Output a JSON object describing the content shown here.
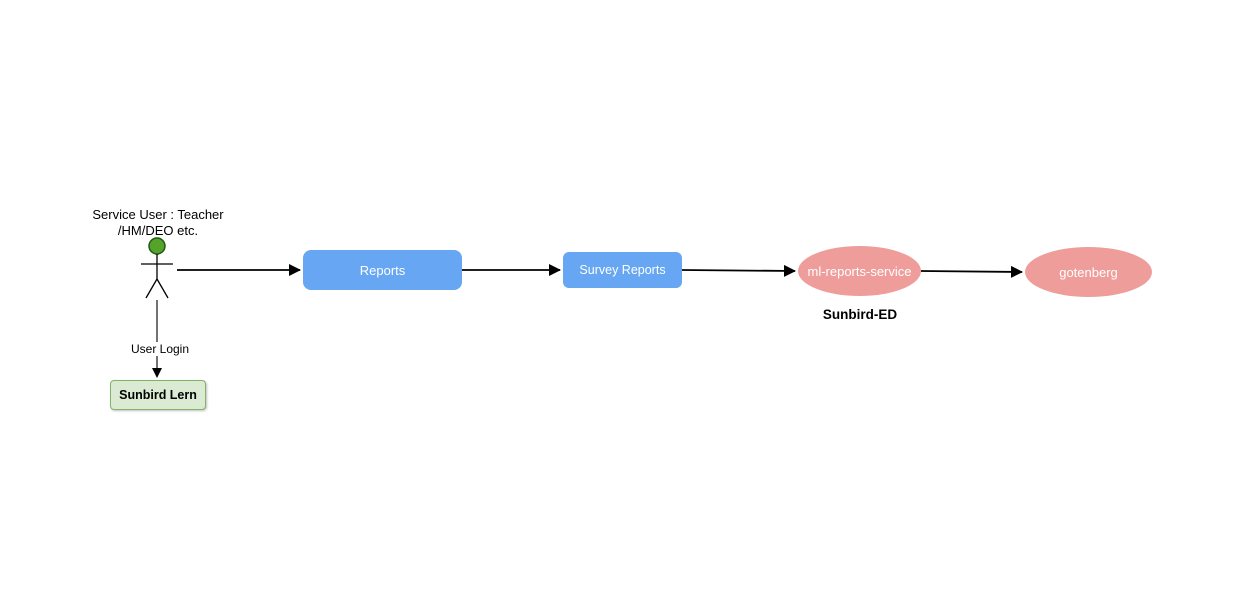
{
  "diagram": {
    "actor": {
      "label_line1": "Service User : Teacher",
      "label_line2": "/HM/DEO etc."
    },
    "nodes": {
      "reports": {
        "label": "Reports",
        "shape": "rounded-rect",
        "color": "#66a6f2",
        "text_color": "#ffffff"
      },
      "survey_reports": {
        "label": "Survey Reports",
        "shape": "rounded-rect",
        "color": "#66a6f2",
        "text_color": "#ffffff"
      },
      "ml_reports_service": {
        "label": "ml-reports-service",
        "shape": "ellipse",
        "color": "#ef9d9b",
        "text_color": "#ffffff"
      },
      "gotenberg": {
        "label": "gotenberg",
        "shape": "ellipse",
        "color": "#ef9d9b",
        "text_color": "#ffffff"
      },
      "sunbird_lern": {
        "label": "Sunbird Lern",
        "shape": "rect",
        "color": "#daead3",
        "border_color": "#82b366",
        "text_color": "#000000"
      }
    },
    "edges": {
      "actor_to_reports": {
        "from": "actor",
        "to": "reports",
        "label": ""
      },
      "reports_to_survey_reports": {
        "from": "reports",
        "to": "survey_reports",
        "label": ""
      },
      "survey_reports_to_ml_reports_service": {
        "from": "survey_reports",
        "to": "ml_reports_service",
        "label": ""
      },
      "ml_reports_service_to_gotenberg": {
        "from": "ml_reports_service",
        "to": "gotenberg",
        "label": ""
      },
      "actor_to_sunbird_lern": {
        "from": "actor",
        "to": "sunbird_lern",
        "label": "User Login"
      }
    },
    "annotations": {
      "sunbird_ed": "Sunbird-ED"
    },
    "colors": {
      "box_blue": "#66a6f2",
      "ellipse_pink": "#ef9d9b",
      "green_fill": "#daead3",
      "green_border": "#82b366",
      "actor_head_fill": "#55a32a",
      "actor_head_stroke": "#1e5b12",
      "arrow": "#000000",
      "background": "#ffffff"
    }
  }
}
